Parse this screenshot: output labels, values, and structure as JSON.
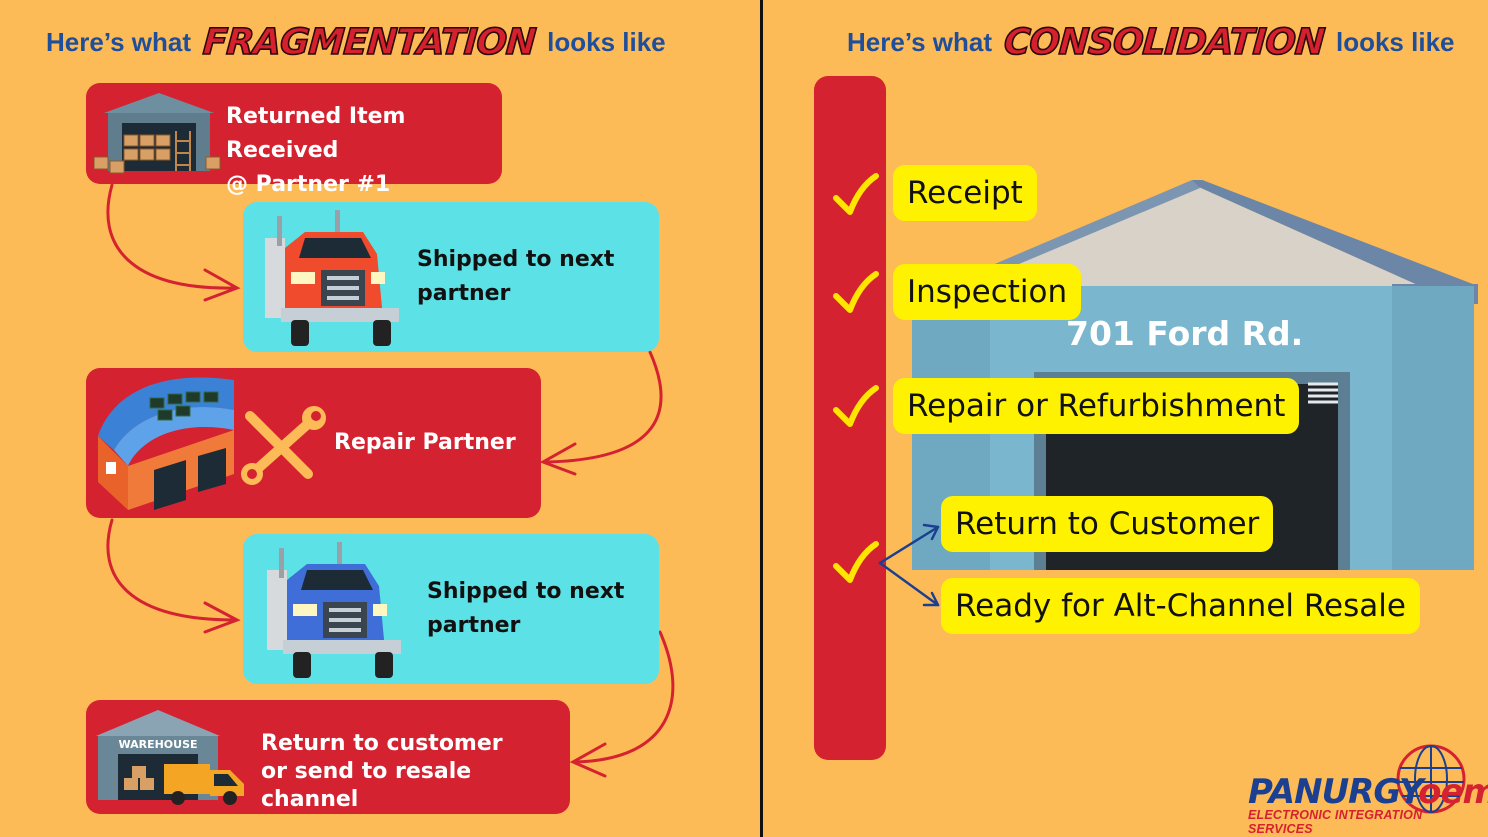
{
  "left": {
    "heading": {
      "prefix": "Here’s what",
      "keyword": "FRAGMENTATION",
      "suffix": "looks like"
    },
    "steps": [
      {
        "line1": "Returned Item Received",
        "line2": "@ Partner #1",
        "icon": "warehouse-icon"
      },
      {
        "line1": "Shipped to next",
        "line2": "partner",
        "icon": "red-truck-icon"
      },
      {
        "line1": "Repair Partner",
        "icon": "repair-facility-icon"
      },
      {
        "line1": "Shipped to next",
        "line2": "partner",
        "icon": "blue-truck-icon"
      },
      {
        "line1": "Return to customer",
        "line2": "or send to resale channel",
        "icon": "warehouse-delivery-icon",
        "sign": "WAREHOUSE"
      }
    ]
  },
  "right": {
    "heading": {
      "prefix": "Here’s what",
      "keyword": "CONSOLIDATION",
      "suffix": "looks like"
    },
    "address": "701 Ford Rd.",
    "steps": [
      "Receipt",
      "Inspection",
      "Repair or Refurbishment"
    ],
    "outcomes": [
      "Return to Customer",
      "Ready for Alt-Channel Resale"
    ]
  },
  "logo": {
    "name": "PANURGY",
    "suffix": "oem",
    "tagline": "ELECTRONIC INTEGRATION SERVICES"
  },
  "colors": {
    "background": "#fdbb57",
    "red": "#d52231",
    "cyan": "#5ce1e6",
    "yellow": "#fff200",
    "heading_blue": "#1f4f9a"
  }
}
